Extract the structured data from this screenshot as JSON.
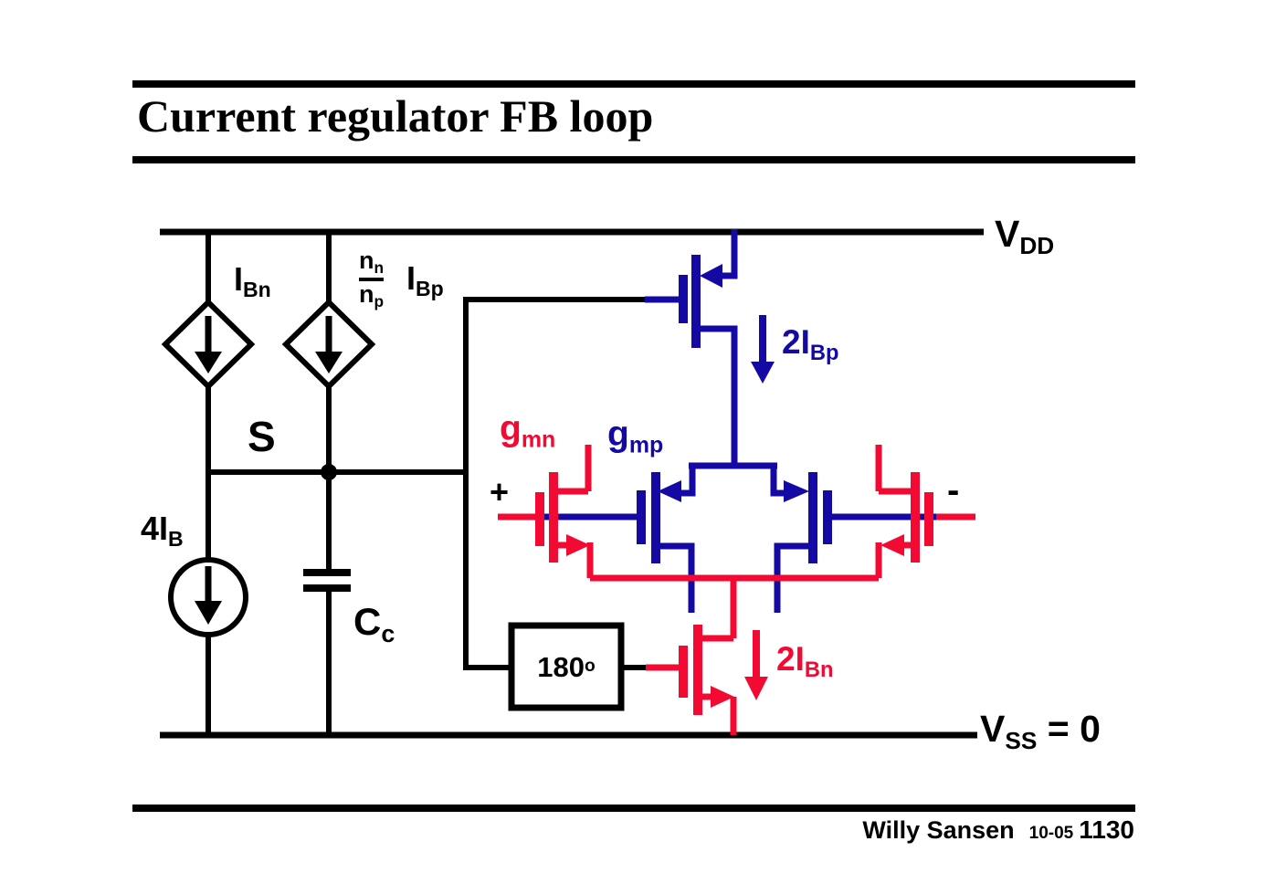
{
  "slide": {
    "title": "Current regulator FB loop",
    "footer": {
      "author": "Willy Sansen",
      "date": "10-05",
      "page": "1130"
    }
  },
  "colors": {
    "background": "#ffffff",
    "black": "#000000",
    "nmos_red": "#f20a33",
    "pmos_blue": "#140aa3"
  },
  "circuit": {
    "rails": {
      "vdd": {
        "base": "V",
        "sub": "DD"
      },
      "vss": {
        "base": "V",
        "sub": "SS",
        "suffix": " = 0"
      }
    },
    "sources": {
      "ibn": {
        "base": "I",
        "sub": "Bn"
      },
      "ibp": {
        "base": "I",
        "sub": "Bp"
      },
      "ibp_ratio": {
        "num_base": "n",
        "num_sub": "n",
        "den_base": "n",
        "den_sub": "p"
      },
      "tail": {
        "base": "4I",
        "sub": "B"
      }
    },
    "node": "S",
    "capacitor": {
      "base": "C",
      "sub": "c"
    },
    "phase_box": {
      "value": "180",
      "sup": "o"
    },
    "transconductances": {
      "gmn": {
        "base": "g",
        "sub": "mn"
      },
      "gmp": {
        "base": "g",
        "sub": "mp"
      }
    },
    "currents": {
      "ibp2": {
        "base": "2I",
        "sub": "Bp"
      },
      "ibn2": {
        "base": "2I",
        "sub": "Bn"
      }
    },
    "inputs": {
      "plus": "+",
      "minus": "-"
    }
  }
}
